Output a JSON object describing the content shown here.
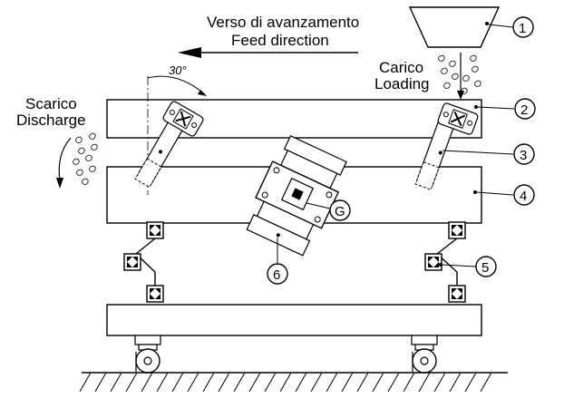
{
  "header": {
    "direction_it": "Verso di avanzamento",
    "direction_en": "Feed direction"
  },
  "loading": {
    "it": "Carico",
    "en": "Loading"
  },
  "discharge": {
    "it": "Scarico",
    "en": "Discharge"
  },
  "angle_label": "30°",
  "callouts": [
    "1",
    "2",
    "3",
    "4",
    "5",
    "6",
    "G"
  ]
}
